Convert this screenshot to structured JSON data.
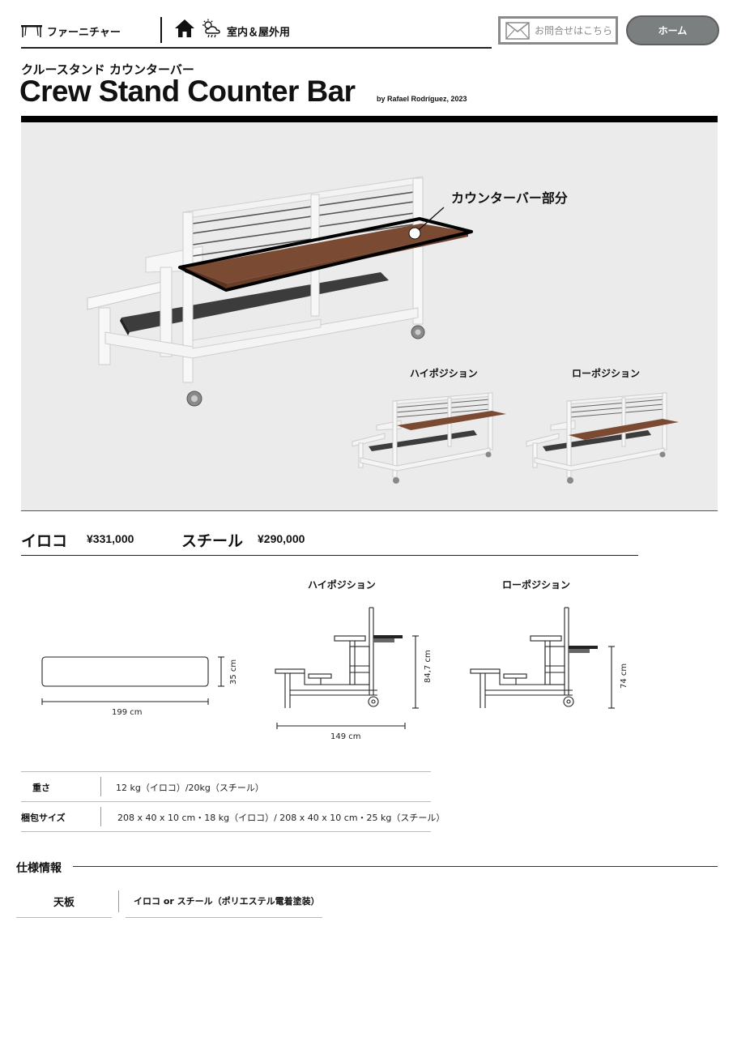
{
  "header": {
    "category": "ファーニチャー",
    "usage": "室内＆屋外用",
    "contact_label": "お問合せはこちら",
    "home_label": "ホーム"
  },
  "product": {
    "subtitle": "クルースタンド カウンターバー",
    "title": "Crew Stand Counter Bar",
    "byline": "by Rafael Rodríguez, 2023"
  },
  "hero": {
    "callout": "カウンターバー部分",
    "high_label": "ハイポジション",
    "low_label": "ローポジション"
  },
  "prices": [
    {
      "name": "イロコ",
      "value": "¥331,000"
    },
    {
      "name": "スチール",
      "value": "¥290,000"
    }
  ],
  "drawings": {
    "high_title": "ハイポジション",
    "low_title": "ローポジション",
    "top_width": "199 cm",
    "top_depth": "35 cm",
    "side_width": "149 cm",
    "high_height": "84,7 cm",
    "low_height": "74 cm"
  },
  "specs": [
    {
      "label": "重さ",
      "value": "12 kg（イロコ）/20kg（スチール）"
    },
    {
      "label": "梱包サイズ",
      "value": "208 x 40 x 10 cm・18 kg（イロコ）/ 208 x 40 x 10 cm・25 kg（スチール）"
    }
  ],
  "spec_info": {
    "title": "仕様情報",
    "key": "天板",
    "value": "イロコ or スチール（ポリエステル電着塗装）"
  },
  "colors": {
    "wood": "#7b4a32",
    "hero_bg": "#ebebeb",
    "home_button": "#7c7f80",
    "frame": "#f7f7f7"
  }
}
